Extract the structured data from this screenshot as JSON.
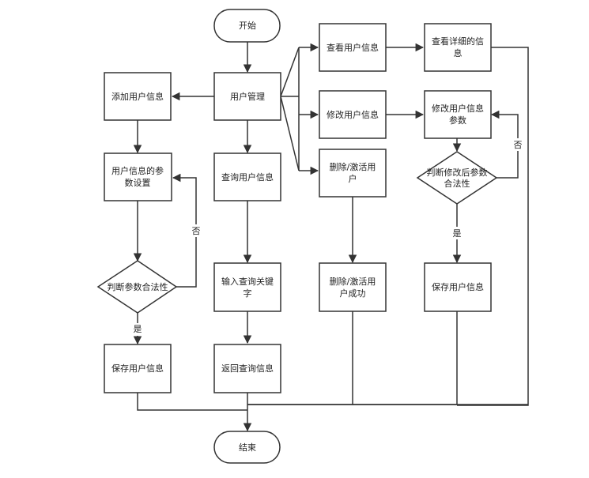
{
  "flowchart": {
    "nodes": {
      "start": "开始",
      "user_mgmt": "用户管理",
      "add_user": "添加用户信息",
      "param_setup": [
        "用户信息的参",
        "数设置"
      ],
      "judge_params": "判断参数合法性",
      "save_left": "保存用户信息",
      "query_user": "查询用户信息",
      "input_keyword": [
        "输入查询关键",
        "字"
      ],
      "return_query": "返回查询信息",
      "view_user": "查看用户信息",
      "view_detail": [
        "查看详细的信",
        "息"
      ],
      "modify_user": "修改用户信息",
      "modify_params": [
        "修改用户信息",
        "参数"
      ],
      "judge_modified": [
        "判断修改后参数",
        "合法性"
      ],
      "save_right": "保存用户信息",
      "delete_activate": [
        "删除/激活用",
        "户"
      ],
      "delete_success": [
        "删除/激活用",
        "户成功"
      ],
      "end": "结束"
    },
    "edge_labels": {
      "left_no": "否",
      "left_yes": "是",
      "right_no": "否",
      "right_yes": "是"
    }
  }
}
